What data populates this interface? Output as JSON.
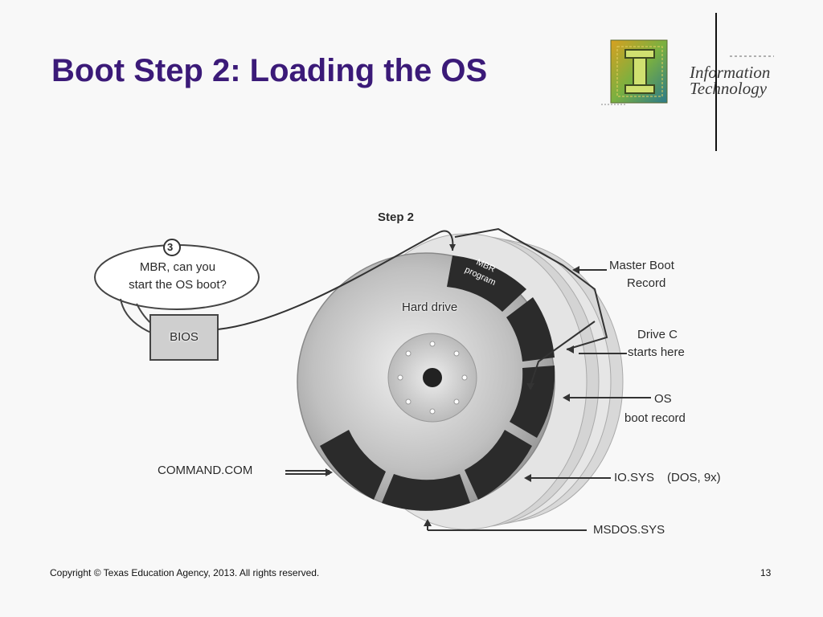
{
  "slide": {
    "title": "Boot Step 2: Loading the OS",
    "footer": "Copyright © Texas Education Agency, 2013. All rights reserved.",
    "page_number": "13"
  },
  "logo": {
    "line1": "Information",
    "line2": "Technology",
    "letter": "I"
  },
  "diagram": {
    "step_label": "Step 2",
    "step_number": "3",
    "callout_line1": "MBR, can you",
    "callout_line2": "start the OS boot?",
    "bios": "BIOS",
    "hard_drive": "Hard drive",
    "mbr_program_line1": "MBR",
    "mbr_program_line2": "program",
    "master_boot_line1": "Master Boot",
    "master_boot_line2": "Record",
    "drive_c_line1": "Drive C",
    "drive_c_line2": "starts here",
    "os_line1": "OS",
    "os_line2": "boot record",
    "io_sys": "IO.SYS",
    "io_sys_note": "(DOS, 9x)",
    "msdos_sys": "MSDOS.SYS",
    "command_com": "COMMAND.COM"
  },
  "colors": {
    "title": "#3b1a78",
    "segment": "#2b2b2b",
    "disk": "#c8c8c8"
  }
}
